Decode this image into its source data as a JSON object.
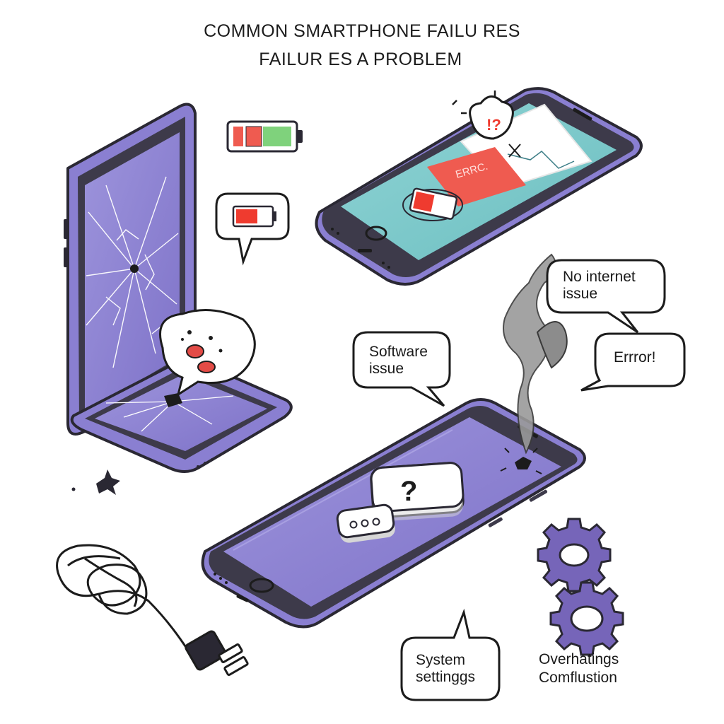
{
  "title": {
    "line1": "COMMON SMARTPHONE FAILU RES",
    "line2": "FAILUR ES A PROBLEM"
  },
  "callouts": {
    "no_internet": {
      "line1": "No internet",
      "line2": "issue"
    },
    "software": {
      "line1": "Software",
      "line2": "issue"
    },
    "error": "Errror!",
    "system": {
      "line1": "System",
      "line2": "settinggs"
    },
    "overheat": {
      "line1": "Overhatings",
      "line2": "Comflustion"
    }
  },
  "screen_error_label": "ERRC.",
  "colors": {
    "phone_purple": "#8a7fd1",
    "phone_frame": "#3d3a4a",
    "screen_teal": "#7cc8c9",
    "error_red": "#ef5b50",
    "battery_green": "#7fd27c",
    "gear_purple": "#7665b9",
    "smoke_gray": "#9a9a9a"
  },
  "icons": [
    "cracked-phone-icon",
    "battery-half-icon",
    "battery-low-icon",
    "sad-face-bubble-icon",
    "error-phone-icon",
    "smoke-icon",
    "question-box-icon",
    "dots-box-icon",
    "gear-icon",
    "cable-icon"
  ]
}
